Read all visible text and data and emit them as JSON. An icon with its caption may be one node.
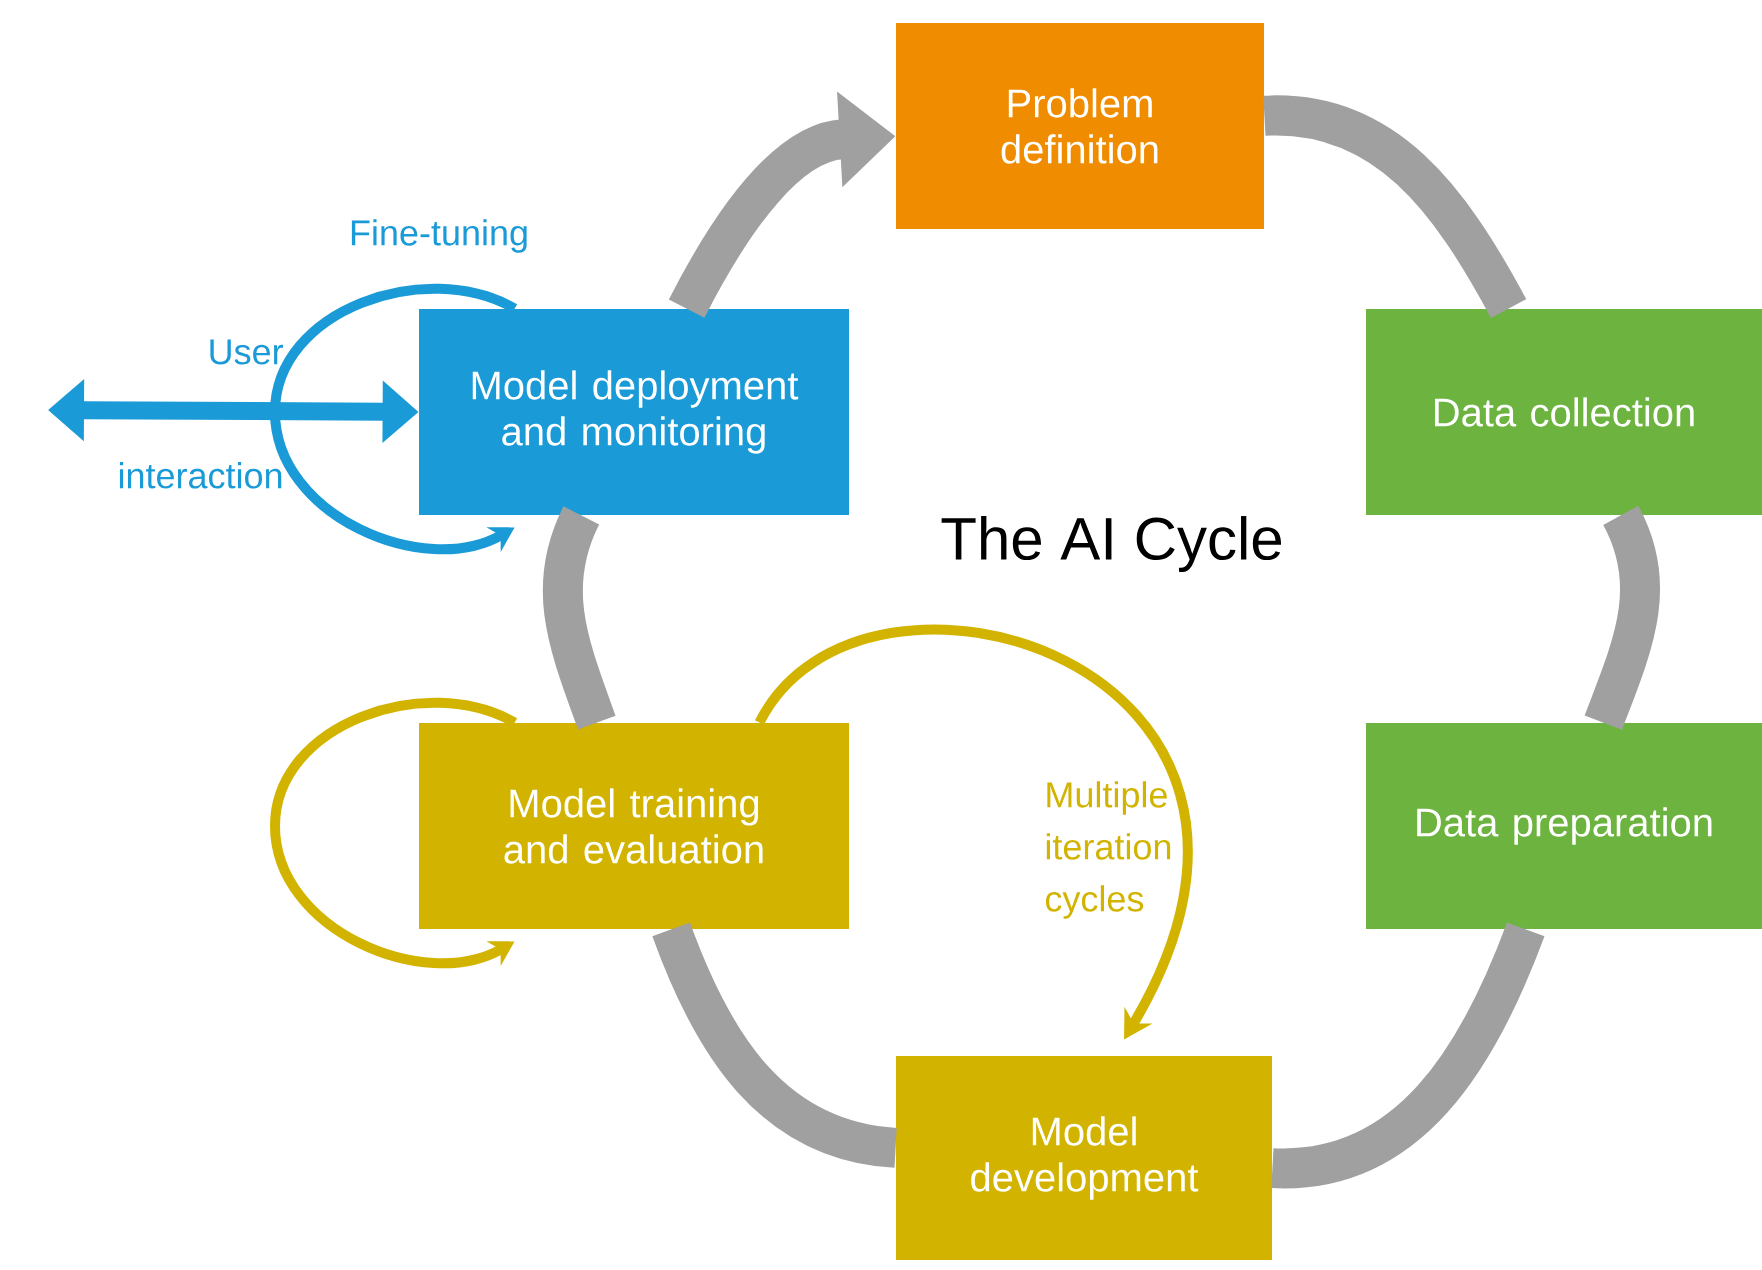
{
  "diagram": {
    "title": "The AI Cycle",
    "nodes": [
      {
        "text": [
          "Problem definition"
        ]
      },
      {
        "text": [
          "Data collection"
        ]
      },
      {
        "text": [
          "Data preparation"
        ]
      },
      {
        "text": [
          "Model development"
        ]
      },
      {
        "text": [
          "Model training and evaluation"
        ]
      },
      {
        "text": [
          "Model deployment and monitoring"
        ]
      }
    ],
    "edges": [
      {
        "from": 0,
        "to": 1,
        "arrow": "none"
      },
      {
        "from": 1,
        "to": 2,
        "arrow": "none"
      },
      {
        "from": 2,
        "to": 3,
        "arrow": "none"
      },
      {
        "from": 3,
        "to": 4,
        "arrow": "none"
      },
      {
        "from": 4,
        "to": 5,
        "arrow": "none"
      },
      {
        "from": 5,
        "to": 0,
        "arrow": "to"
      },
      {
        "from": null,
        "to": 5,
        "arrow": "both",
        "label": "User interaction",
        "color": "#1a9ad6"
      },
      {
        "from": 5,
        "to": 5,
        "arrow": "to",
        "label": "Fine-tuning",
        "color": "#1a9ad6"
      },
      {
        "from": 4,
        "to": 4,
        "arrow": "to",
        "color": "#d2b400"
      },
      {
        "from": 4,
        "to": 3,
        "arrow": "to",
        "label": "Multiple iteration cycles",
        "color": "#d2b400"
      }
    ]
  }
}
